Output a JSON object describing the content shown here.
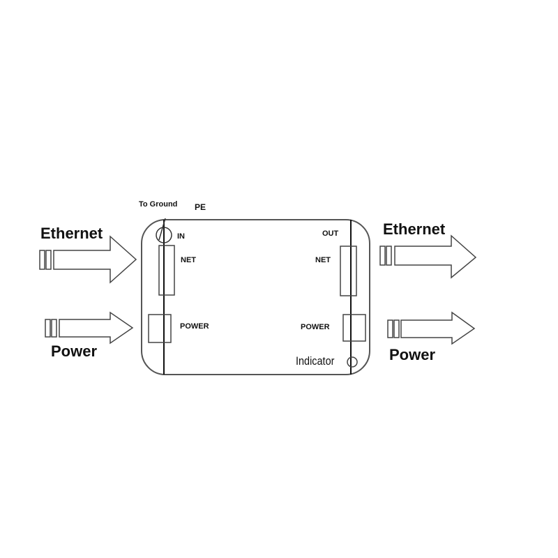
{
  "diagram": {
    "ground": {
      "label": "To Ground",
      "pe": "PE"
    },
    "left": {
      "ethernet": "Ethernet",
      "power": "Power"
    },
    "right": {
      "ethernet": "Ethernet",
      "power": "Power"
    },
    "device": {
      "in": "IN",
      "out": "OUT",
      "net_left": "NET",
      "net_right": "NET",
      "power_left": "POWER",
      "power_right": "POWER",
      "indicator": "Indicator"
    },
    "colors": {
      "stroke": "#333333",
      "text": "#111111",
      "background": "#ffffff"
    }
  }
}
